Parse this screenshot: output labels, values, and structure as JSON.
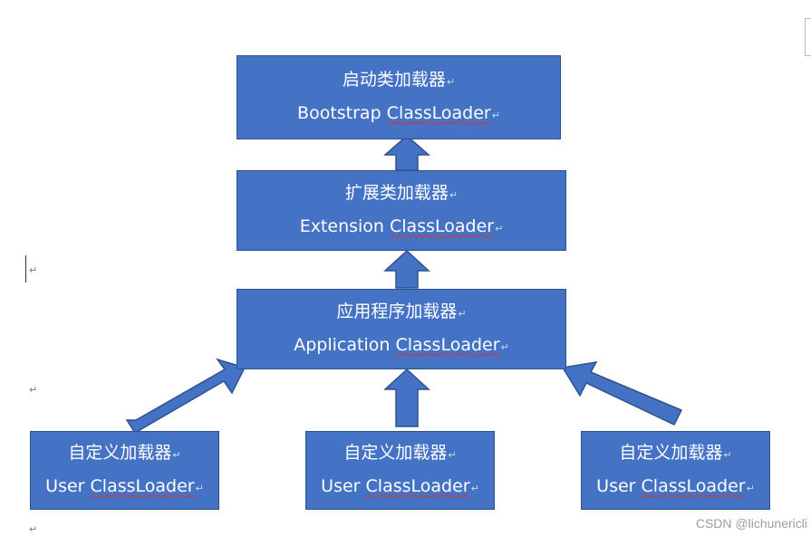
{
  "nodes": {
    "bootstrap": {
      "cn": "启动类加载器",
      "en_prefix": "Bootstrap ",
      "en_word": "ClassLoader"
    },
    "extension": {
      "cn": "扩展类加载器",
      "en_prefix": "Extension ",
      "en_word": "ClassLoader"
    },
    "application": {
      "cn": "应用程序加载器",
      "en_prefix": "Application ",
      "en_word": "ClassLoader"
    },
    "user_left": {
      "cn": "自定义加载器",
      "en_prefix": "User ",
      "en_word": "ClassLoader"
    },
    "user_middle": {
      "cn": "自定义加载器",
      "en_prefix": "User ",
      "en_word": "ClassLoader"
    },
    "user_right": {
      "cn": "自定义加载器",
      "en_prefix": "User ",
      "en_word": "ClassLoader"
    }
  },
  "paragraph_mark": "↵",
  "watermark": "CSDN @lichunericli",
  "colors": {
    "box_fill": "#4472c4",
    "box_border": "#2f528f",
    "text": "#ffffff"
  }
}
